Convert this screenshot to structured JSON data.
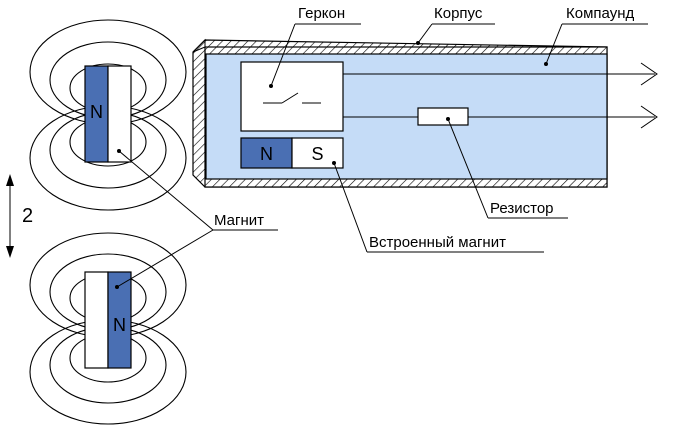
{
  "labels": {
    "reed_switch": "Геркон",
    "housing": "Корпус",
    "compound": "Компаунд",
    "resistor": "Резистор",
    "builtin_magnet": "Встроенный магнит",
    "magnet": "Магнит"
  },
  "poles": {
    "upper_magnet": "N",
    "lower_magnet": "N",
    "builtin_n": "N",
    "builtin_s": "S"
  },
  "direction_mark": "2",
  "colors": {
    "pole_blue": "#4a6fb3",
    "compound_fill": "#c5dcf7",
    "outline": "#000000",
    "background": "#ffffff"
  }
}
